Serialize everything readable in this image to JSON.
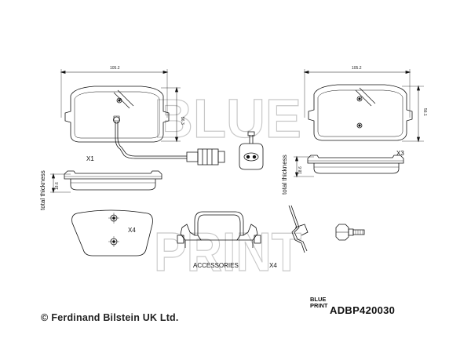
{
  "watermark": {
    "line1": "BLUE",
    "line2": "PRINT"
  },
  "dimensions": {
    "left_width": "105.2",
    "left_height": "56.3",
    "right_width": "105.2",
    "right_height": "56.1",
    "left_thickness": "18.6",
    "right_thickness": "18.6"
  },
  "labels": {
    "qty_left_pad": "X1",
    "qty_right_pad": "X3",
    "qty_single_pad": "X4",
    "total_thickness_left": "total thickness",
    "total_thickness_right": "total thickness",
    "accessories": "ACCESSORIES",
    "qty_accessories": "X4"
  },
  "footer": {
    "copyright_symbol": "©",
    "company": "Ferdinand Bilstein UK Ltd.",
    "brand_line1": "BLUE",
    "brand_line2": "PRINT",
    "part_number": "ADBP420030"
  }
}
